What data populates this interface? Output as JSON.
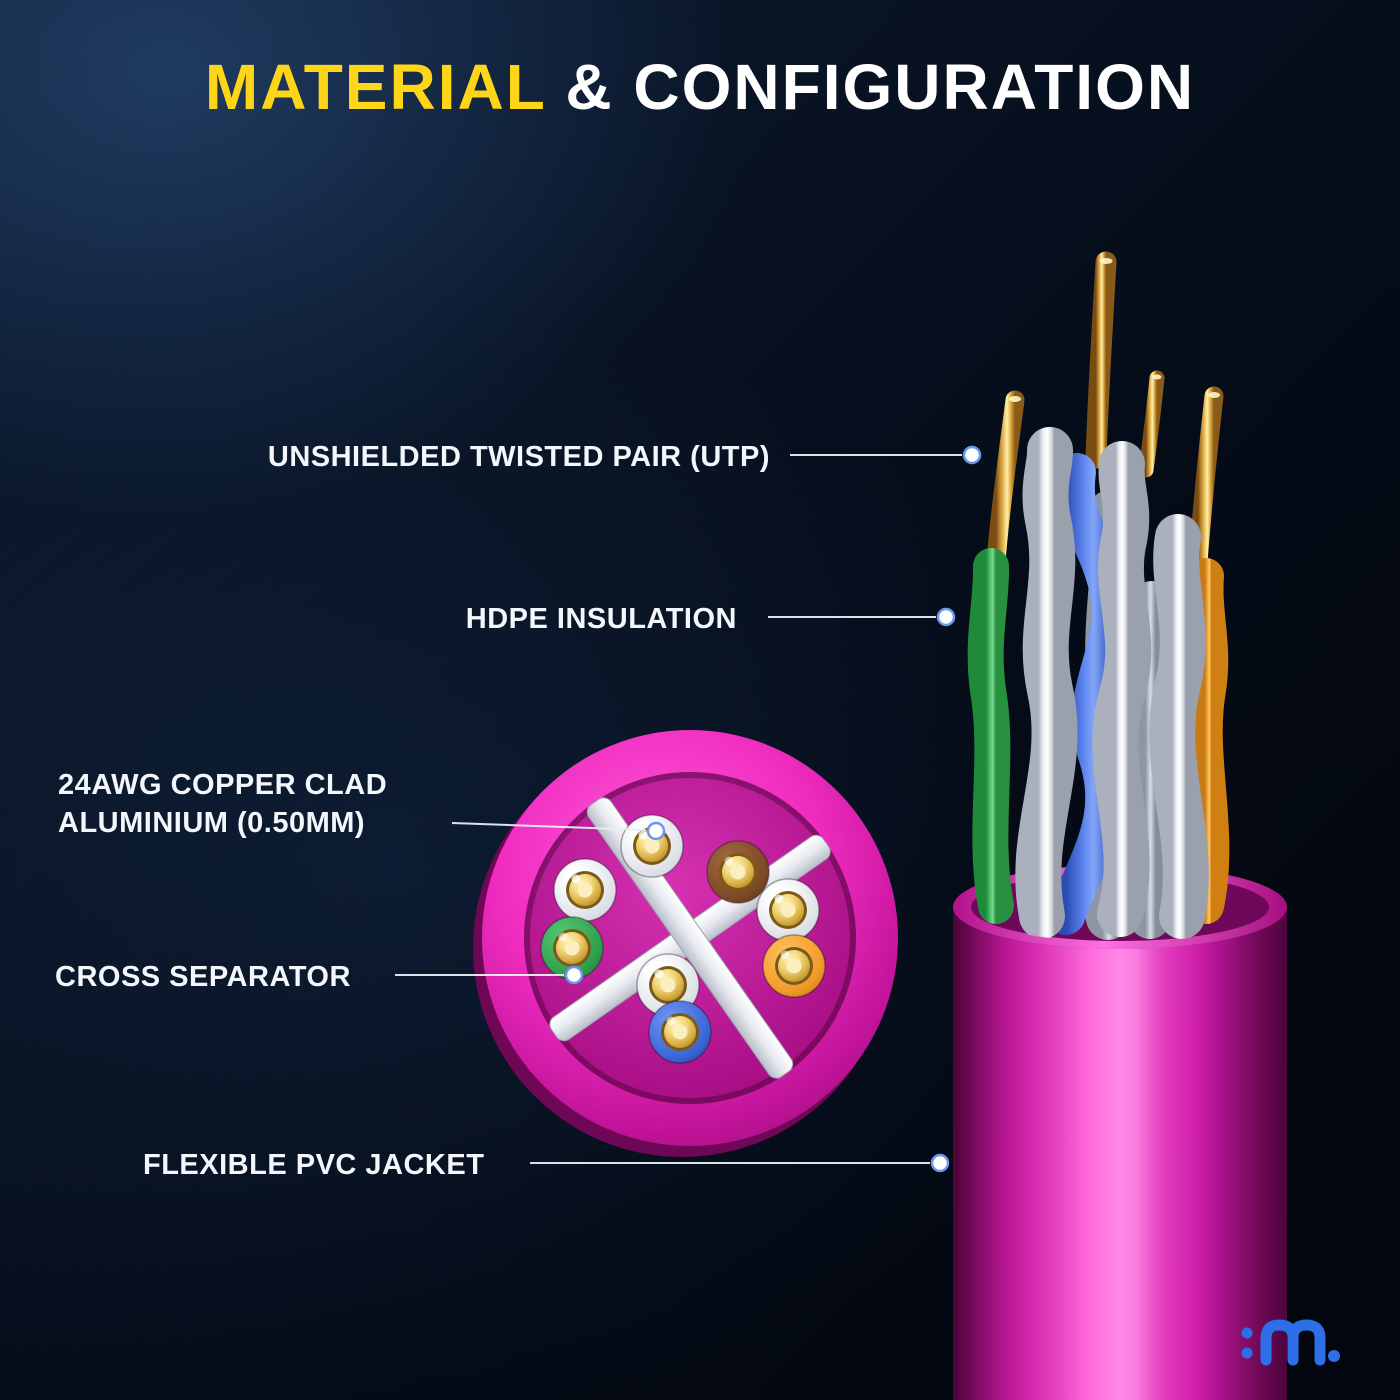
{
  "title": {
    "part1": "MATERIAL",
    "part2": " & CONFIGURATION"
  },
  "callouts": {
    "utp": "UNSHIELDED TWISTED PAIR (UTP)",
    "hdpe": "HDPE INSULATION",
    "awg_line1": "24AWG COPPER CLAD",
    "awg_line2": "ALUMINIUM (0.50MM)",
    "cross_separator": "CROSS SEPARATOR",
    "pvc_jacket": "FLEXIBLE PVC JACKET"
  },
  "colors": {
    "accent_yellow": "#FFD517",
    "label_white": "#F3F6FB",
    "background_navy": "#081222",
    "jacket_pink": "#F02CC0",
    "jacket_pink_dark": "#930D75",
    "copper_gold": "#EDC25F",
    "wire_white": "#F2F4F8",
    "wire_blue": "#3B66D8",
    "wire_green": "#2FA04C",
    "wire_orange": "#F09A28",
    "wire_brown": "#7C4A28",
    "separator_gray": "#E8EAF0",
    "callout_line": "#E9EEF5",
    "logo_blue": "#2E6EE8"
  },
  "icons": {
    "callout_dot": "circle-dot",
    "brand_logo": "wave-m-logo"
  }
}
